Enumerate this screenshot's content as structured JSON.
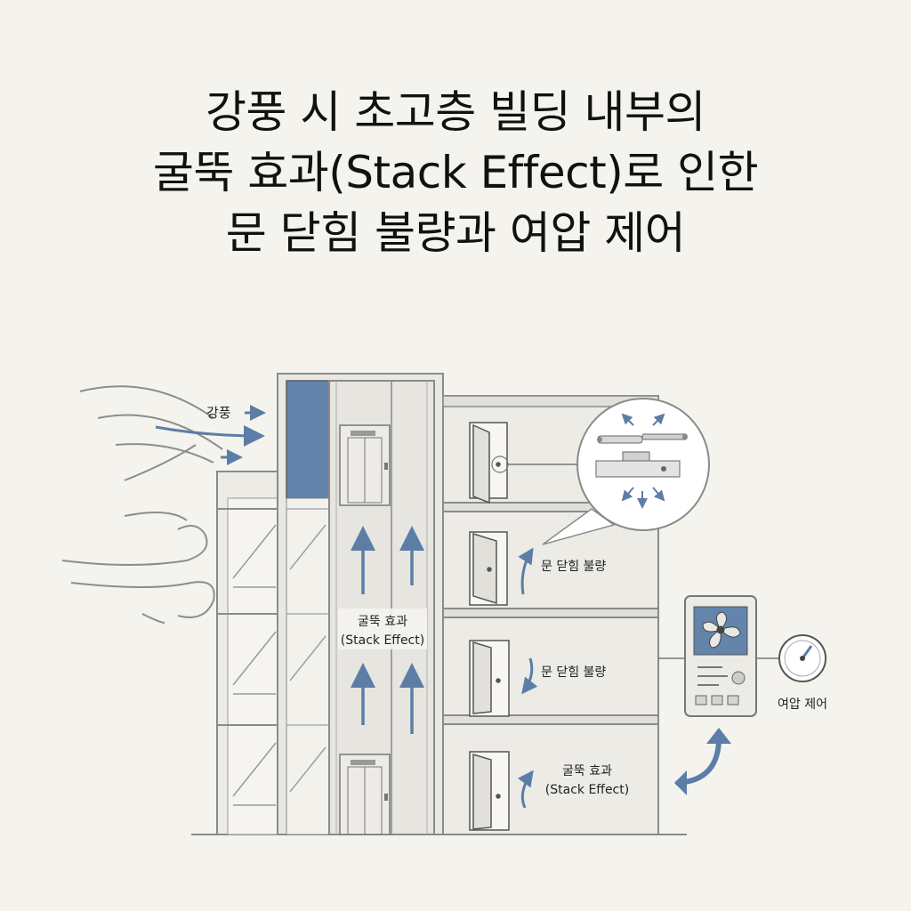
{
  "title": {
    "line1": "강풍 시 초고층 빌딩 내부의",
    "line2": "굴뚝 효과(Stack Effect)로 인한",
    "line3": "문 닫힘 불량과 여압 제어"
  },
  "labels": {
    "wind": "강풍",
    "stack_effect_ko": "굴뚝 효과",
    "stack_effect_en": "(Stack Effect)",
    "door_fail_1": "문 닫힘 불량",
    "door_fail_2": "문 닫힘 불량",
    "door_stack_ko": "굴뚝 효과",
    "door_stack_en": "(Stack Effect)",
    "pressurization": "여압 제어"
  },
  "colors": {
    "accent_blue": "#5c7ea6",
    "line": "#8a8a8a",
    "wall": "#e6e6e2"
  },
  "icons": [
    "wind-icon",
    "door-closer-icon",
    "fan-icon",
    "pressure-gauge-icon",
    "elevator-icon",
    "stairs-icon"
  ]
}
